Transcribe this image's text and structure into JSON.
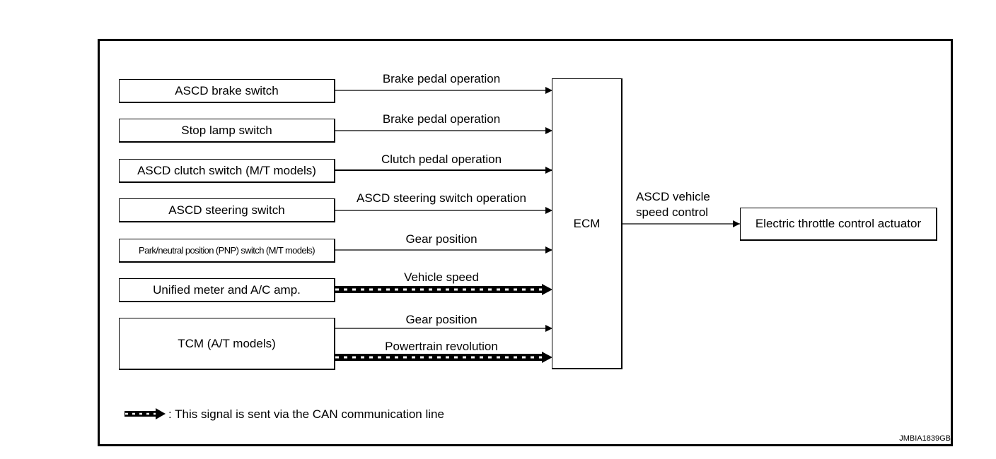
{
  "inputs": [
    {
      "label": "ASCD brake switch",
      "signal": "Brake pedal operation",
      "can": false
    },
    {
      "label": "Stop lamp switch",
      "signal": "Brake pedal operation",
      "can": false
    },
    {
      "label": "ASCD clutch switch (M/T models)",
      "signal": "Clutch pedal operation",
      "can": false
    },
    {
      "label": "ASCD steering switch",
      "signal": "ASCD steering switch operation",
      "can": false
    },
    {
      "label": "Park/neutral position (PNP) switch (M/T models)",
      "signal": "Gear position",
      "can": false
    },
    {
      "label": "Unified meter and A/C amp.",
      "signal": "Vehicle speed",
      "can": true
    },
    {
      "label": "TCM (A/T models)",
      "signals": [
        {
          "text": "Gear position",
          "can": false
        },
        {
          "text": "Powertrain revolution",
          "can": true
        }
      ]
    }
  ],
  "ecm": {
    "label": "ECM"
  },
  "output": {
    "signal_line1": "ASCD vehicle",
    "signal_line2": "speed control",
    "target": "Electric throttle control actuator"
  },
  "legend": {
    "text": ": This signal is sent via the CAN communication line"
  },
  "figure_code": "JMBIA1839GB"
}
